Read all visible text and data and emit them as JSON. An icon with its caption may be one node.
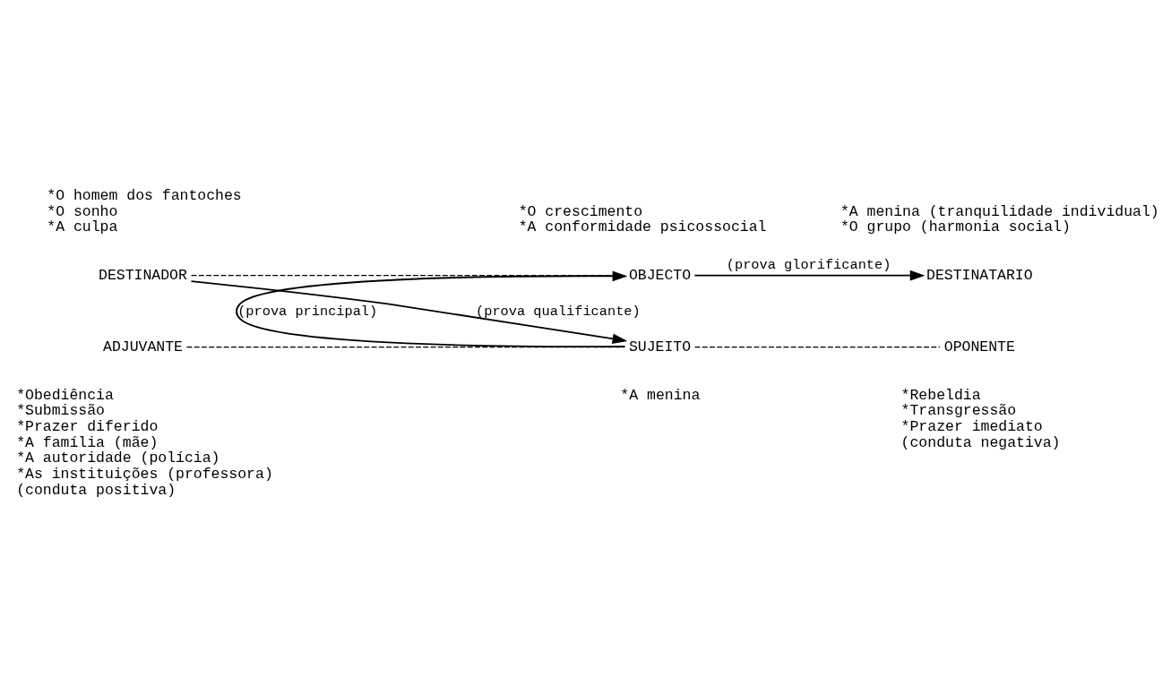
{
  "diagram": {
    "nodes": [
      {
        "text": [
          "DESTINADOR"
        ],
        "beside": [
          "*O homem dos fantoches",
          "*O sonho",
          "*A culpa"
        ]
      },
      {
        "text": [
          "OBJECTO"
        ],
        "beside": [
          "*O crescimento",
          "*A conformidade psicossocial"
        ]
      },
      {
        "text": [
          "DESTINATARIO"
        ],
        "beside": [
          "*A menina (tranquilidade individual)",
          "*O grupo (harmonia social)"
        ]
      },
      {
        "text": [
          "ADJUVANTE"
        ],
        "beside": [
          "*Obediência",
          "*Submissão",
          "*Prazer diferido",
          "*A família (mãe)",
          "*A autoridade (polícia)",
          "*As instituições (professora)",
          "(conduta positiva)"
        ]
      },
      {
        "text": [
          "SUJEITO"
        ],
        "beside": [
          "*A menina"
        ]
      },
      {
        "text": [
          "OPONENTE"
        ],
        "beside": [
          "*Rebeldia",
          "*Transgressão",
          "*Prazer imediato",
          "(conduta negativa)"
        ]
      }
    ],
    "edges": [
      {
        "from": 0,
        "to": 1,
        "arrow": "none",
        "style": "dashed"
      },
      {
        "from": 1,
        "to": 2,
        "arrow": "to",
        "label": "(prova glorificante)"
      },
      {
        "from": 0,
        "to": 4,
        "arrow": "to",
        "label": "(prova qualificante)"
      },
      {
        "from": 4,
        "to": 1,
        "arrow": "to",
        "label": "(prova principal)"
      },
      {
        "from": 3,
        "to": 4,
        "arrow": "none",
        "style": "dashed"
      },
      {
        "from": 4,
        "to": 5,
        "arrow": "none",
        "style": "dashed"
      }
    ]
  }
}
